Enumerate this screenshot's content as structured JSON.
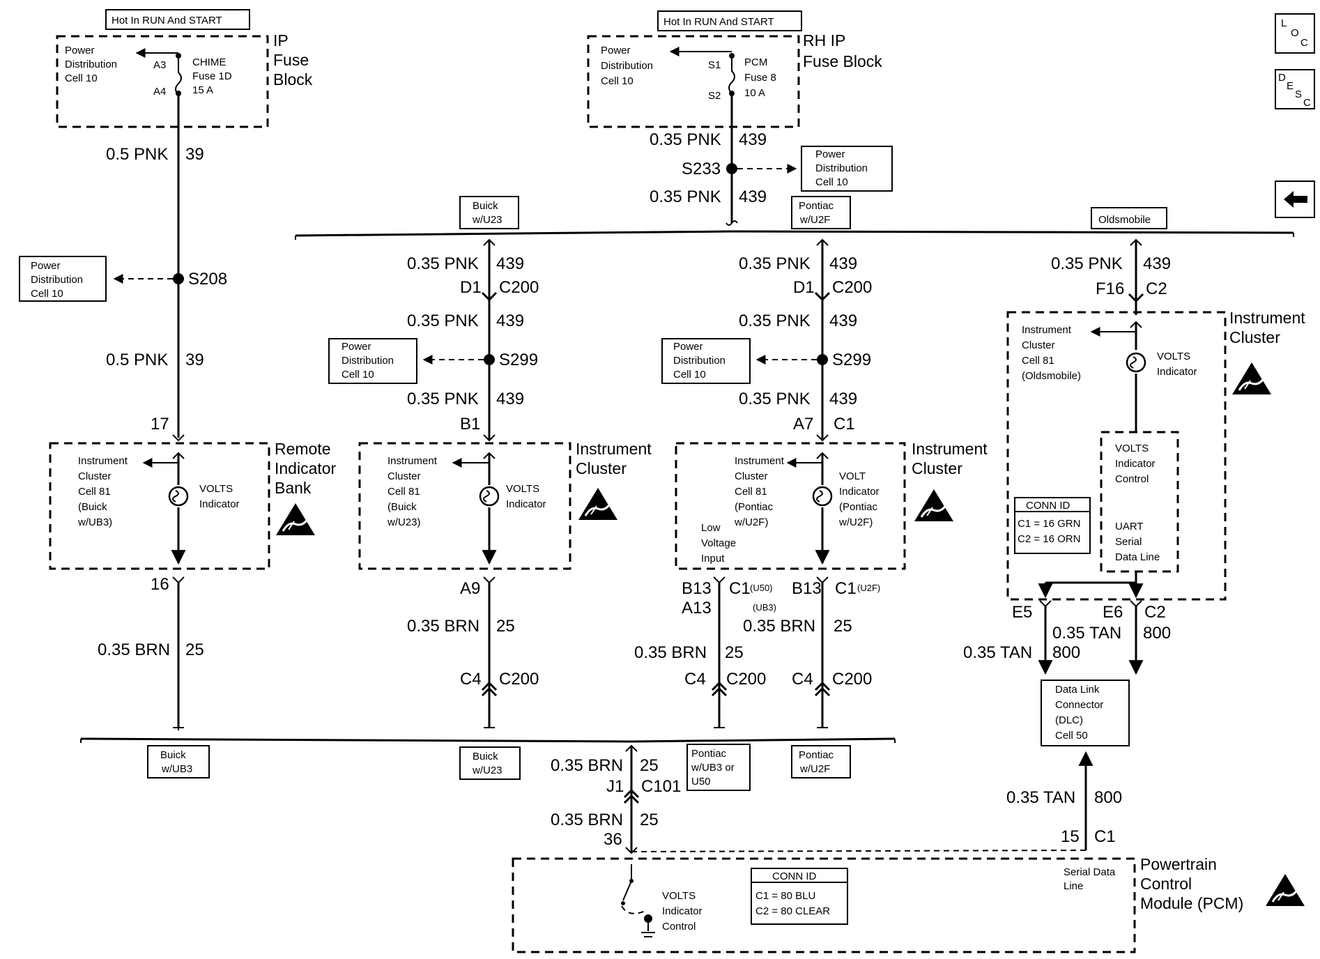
{
  "hot_labels": {
    "left": "Hot In RUN And START",
    "mid": "Hot In RUN And START"
  },
  "fuse_blocks": {
    "ip": {
      "title": [
        "IP",
        "Fuse",
        "Block"
      ],
      "power_dist": [
        "Power",
        "Distribution",
        "Cell 10"
      ],
      "pin_top": "A3",
      "pin_bottom": "A4",
      "fuse": [
        "CHIME",
        "Fuse 1D",
        "15 A"
      ]
    },
    "rh": {
      "title": [
        "RH IP",
        "Fuse Block"
      ],
      "power_dist": [
        "Power",
        "Distribution",
        "Cell 10"
      ],
      "pin_top": "S1",
      "pin_bottom": "S2",
      "fuse": [
        "PCM",
        "Fuse 8",
        "10 A"
      ]
    }
  },
  "power_dist_ref": [
    "Power",
    "Distribution",
    "Cell 10"
  ],
  "wires": {
    "pnk05": "0.5 PNK",
    "pnk035": "0.35 PNK",
    "brn035": "0.35 BRN",
    "tan035": "0.35 TAN",
    "c39": "39",
    "c439": "439",
    "c25": "25",
    "c800": "800"
  },
  "splices": {
    "s208": "S208",
    "s233": "S233",
    "s299": "S299"
  },
  "options": {
    "buick_u23": [
      "Buick",
      "w/U23"
    ],
    "pontiac_u2f": [
      "Pontiac",
      "w/U2F"
    ],
    "oldsmobile": [
      "Oldsmobile"
    ],
    "buick_ub3": [
      "Buick",
      "w/UB3"
    ],
    "pontiac_ub3_u50": [
      "Pontiac",
      "w/UB3 or",
      "U50"
    ]
  },
  "connectors": {
    "c200": "C200",
    "c2": "C2",
    "c1": "C1",
    "c101": "C101",
    "d1": "D1",
    "b1": "B1",
    "a7": "A7",
    "f16": "F16",
    "a9": "A9",
    "b13": "B13",
    "a13": "A13",
    "c4": "C4",
    "e5": "E5",
    "e6": "E6",
    "j1": "J1",
    "p17": "17",
    "p16": "16",
    "p36": "36",
    "p15": "15",
    "c1_u50": "C1",
    "u50": "(U50)",
    "ub3": "(UB3)",
    "u2f": "(U2F)"
  },
  "modules": {
    "remote_bank": [
      "Remote",
      "Indicator",
      "Bank"
    ],
    "instrument_cluster": [
      "Instrument",
      "Cluster"
    ],
    "ic_buick_ub3": [
      "Instrument",
      "Cluster",
      "Cell 81",
      "(Buick",
      "w/UB3)"
    ],
    "ic_buick_u23": [
      "Instrument",
      "Cluster",
      "Cell 81",
      "(Buick",
      "w/U23)"
    ],
    "ic_pontiac": [
      "Instrument",
      "Cluster",
      "Cell 81",
      "(Pontiac",
      "w/U2F)"
    ],
    "ic_olds": [
      "Instrument",
      "Cluster",
      "Cell 81",
      "(Oldsmobile)"
    ],
    "volts_indicator": [
      "VOLTS",
      "Indicator"
    ],
    "volt_indicator_pontiac": [
      "VOLT",
      "Indicator",
      "(Pontiac",
      "w/U2F)"
    ],
    "low_voltage": [
      "Low",
      "Voltage",
      "Input"
    ],
    "volts_control": [
      "VOLTS",
      "Indicator",
      "Control"
    ],
    "uart": [
      "UART",
      "Serial",
      "Data Line"
    ],
    "conn_id_ic": {
      "title": "CONN ID",
      "lines": [
        "C1 = 16 GRN",
        "C2 = 16 ORN"
      ]
    },
    "dlc": [
      "Data Link",
      "Connector",
      "(DLC)",
      "Cell 50"
    ],
    "pcm": [
      "Powertrain",
      "Control",
      "Module (PCM)"
    ],
    "pcm_control": [
      "VOLTS",
      "Indicator",
      "Control"
    ],
    "serial_data": [
      "Serial Data",
      "Line"
    ],
    "conn_id_pcm": {
      "title": "CONN ID",
      "lines": [
        "C1 = 80 BLU",
        "C2 = 80 CLEAR"
      ]
    }
  },
  "nav": {
    "loc": [
      "L",
      "O",
      "C"
    ],
    "desc": [
      "D",
      "E",
      "S",
      "C"
    ],
    "back_icon": "left-arrow-icon"
  }
}
